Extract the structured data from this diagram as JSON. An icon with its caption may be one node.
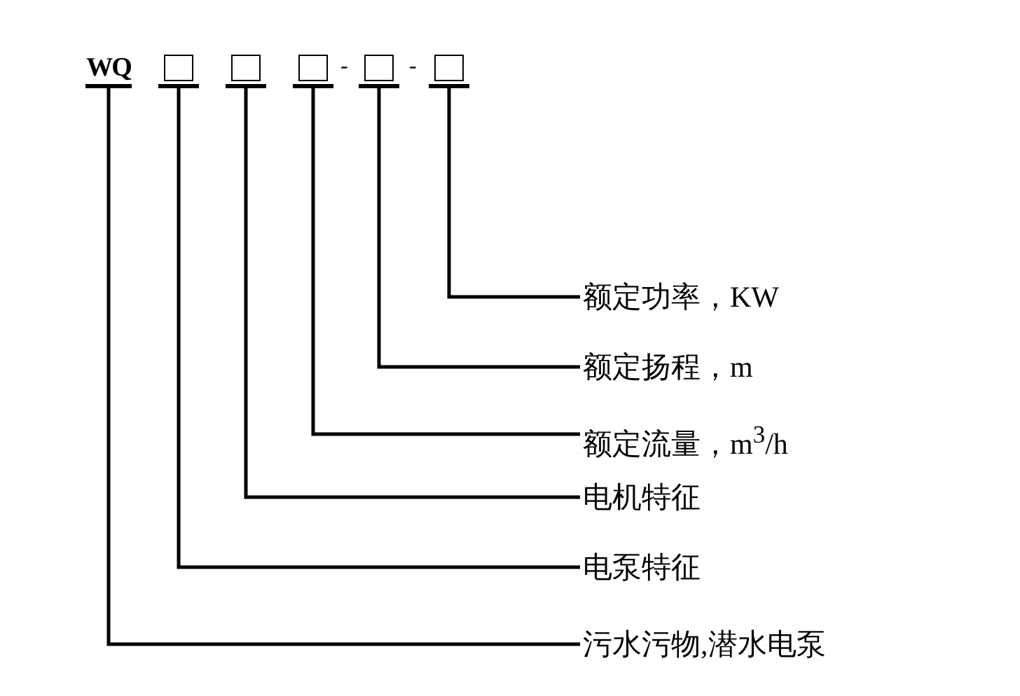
{
  "diagram": {
    "nodes": [
      {
        "text": [
          "WQ"
        ]
      },
      {
        "text": [],
        "shape": "box"
      },
      {
        "text": [],
        "shape": "box"
      },
      {
        "text": [],
        "shape": "box"
      },
      {
        "text": [],
        "shape": "box"
      },
      {
        "text": [],
        "shape": "box"
      },
      {
        "text": [
          "额定功率，KW"
        ]
      },
      {
        "text": [
          "额定扬程，m"
        ]
      },
      {
        "text": [
          "额定流量，m$^{3}$/h"
        ]
      },
      {
        "text": [
          "电机特征"
        ]
      },
      {
        "text": [
          "电泵特征"
        ]
      },
      {
        "text": [
          "污水污物,潜水电泵"
        ]
      }
    ],
    "edges": [
      {
        "from": 5,
        "to": 6,
        "arrow": "none"
      },
      {
        "from": 4,
        "to": 7,
        "arrow": "none"
      },
      {
        "from": 3,
        "to": 8,
        "arrow": "none"
      },
      {
        "from": 2,
        "to": 9,
        "arrow": "none"
      },
      {
        "from": 1,
        "to": 10,
        "arrow": "none"
      },
      {
        "from": 0,
        "to": 11,
        "arrow": "none"
      }
    ],
    "labels": [
      "-",
      "-"
    ]
  }
}
